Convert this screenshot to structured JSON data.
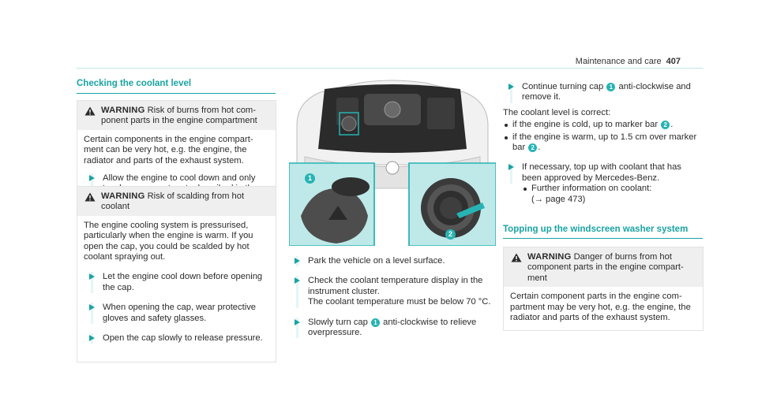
{
  "header": {
    "title": "Maintenance and care",
    "page": "407"
  },
  "left": {
    "title": "Checking the coolant level",
    "warning1": {
      "label": "WARNING",
      "head": "Risk of burns from hot com­ponent parts in the engine compartment",
      "body": "Certain components in the engine compart­ment can be very hot, e.g. the engine, the radiator and parts of the exhaust system.",
      "step": "Allow the engine to cool down and only touch component parts described in the following."
    },
    "warning2": {
      "label": "WARNING",
      "head": "Risk of scalding from hot coolant",
      "body": "The engine cooling system is pressurised, particularly when the engine is warm. If you open the cap, you could be scalded by hot coolant spraying out.",
      "steps": [
        "Let the engine cool down before open­ing the cap.",
        "When opening the cap, wear protective gloves and safety glasses.",
        "Open the cap slowly to release pres­sure."
      ]
    }
  },
  "figure": {
    "callouts": [
      "1",
      "2"
    ]
  },
  "middle": {
    "steps": [
      {
        "text": "Park the vehicle on a level surface."
      },
      {
        "text": "Check the coolant temperature display in the instrument cluster.",
        "extra": "The coolant temperature must be below 70 °C."
      },
      {
        "pre": "Slowly turn cap",
        "callout": "1",
        "post": "anti-clockwise to relieve overpressure."
      }
    ]
  },
  "right": {
    "step1": {
      "pre": "Continue turning cap",
      "callout": "1",
      "post": "anti-clockwise and remove it."
    },
    "level_intro": "The coolant level is correct:",
    "bullets": [
      {
        "pre": "if the engine is cold, up to marker bar",
        "callout": "2",
        "post": "."
      },
      {
        "pre": "if the engine is warm, up to 1.5 cm over marker bar",
        "callout": "2",
        "post": "."
      }
    ],
    "step2": "If necessary, top up with coolant that has been approved by Mercedes-Benz.",
    "further": {
      "text": "Further information on coolant:",
      "ref": "(→ page 473)"
    },
    "washer_title": "Topping up the windscreen washer system",
    "warning3": {
      "label": "WARNING",
      "head": "Danger of burns from hot component parts in the engine compart­ment",
      "body": "Certain component parts in the engine com­partment may be very hot, e.g. the engine, the radiator and parts of the exhaust system."
    }
  }
}
